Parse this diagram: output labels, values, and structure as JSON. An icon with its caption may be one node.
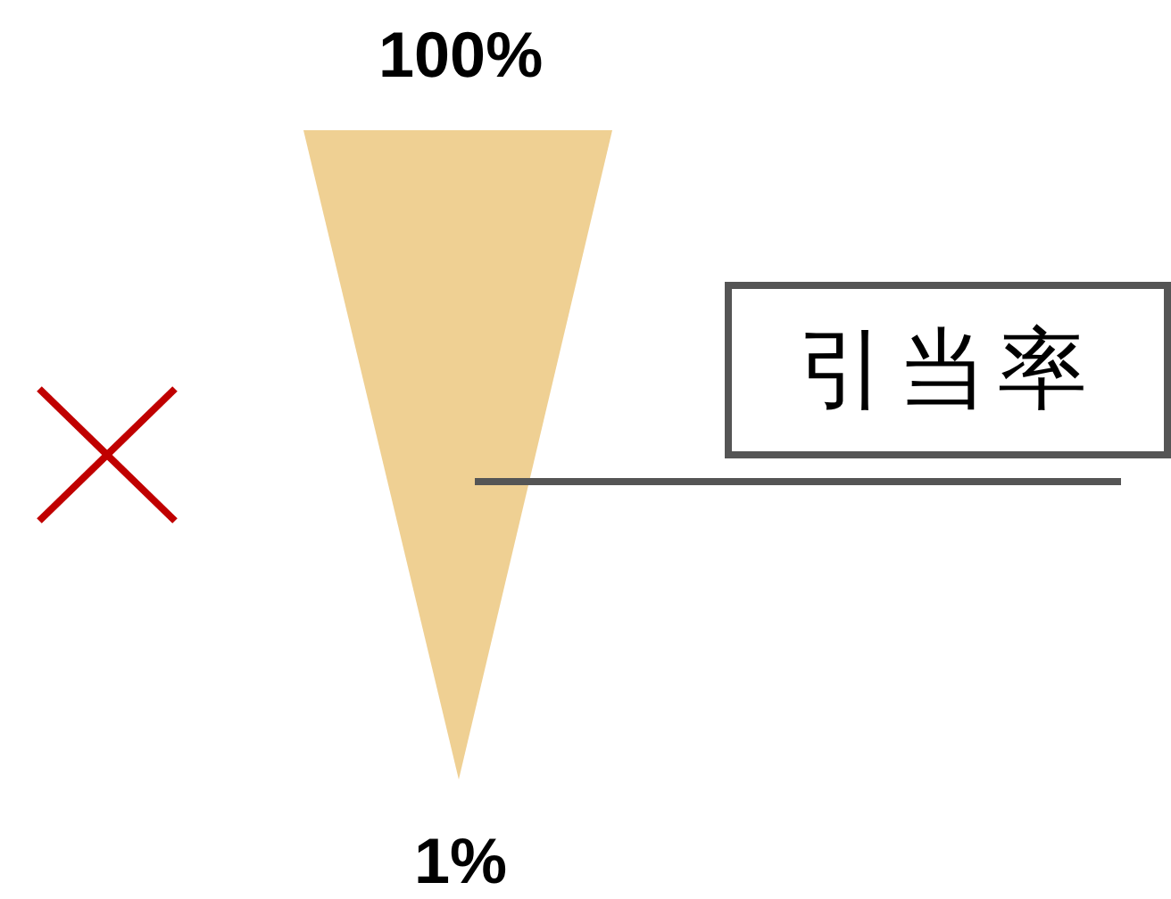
{
  "diagram": {
    "nodes": [
      {
        "text": [],
        "shape": "triangle",
        "beside": [
          "100%",
          "1%"
        ]
      },
      {
        "text": [
          "引当率"
        ]
      }
    ],
    "edges": [
      {
        "from": 1,
        "to": 0,
        "arrow": "none"
      }
    ]
  }
}
